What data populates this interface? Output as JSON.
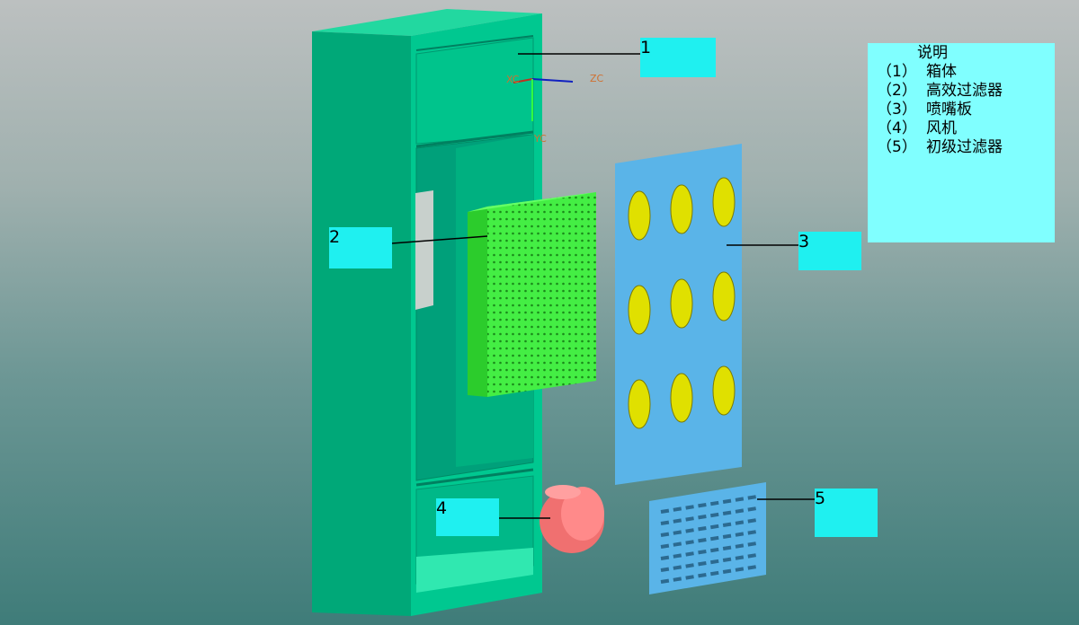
{
  "callouts": [
    {
      "number": "1",
      "part": "箱体"
    },
    {
      "number": "2",
      "part": "高效过滤器"
    },
    {
      "number": "3",
      "part": "喷嘴板"
    },
    {
      "number": "4",
      "part": "风机"
    },
    {
      "number": "5",
      "part": "初级过滤器"
    }
  ],
  "legend": {
    "title": "说明",
    "items": [
      {
        "num": "（1）",
        "label": "箱体"
      },
      {
        "num": "（2）",
        "label": "高效过滤器"
      },
      {
        "num": "（3）",
        "label": "喷嘴板"
      },
      {
        "num": "（4）",
        "label": "风机"
      },
      {
        "num": "（5）",
        "label": "初级过滤器"
      }
    ]
  },
  "axes": {
    "x": "XC",
    "y": "YC",
    "z": "ZC"
  },
  "colors": {
    "cabinet": "#00c890",
    "hepa": "#44ee44",
    "nozzle_plate": "#5ab4e8",
    "fan": "#f07070",
    "callout": "#1ff0f0",
    "legend": "#80ffff"
  }
}
